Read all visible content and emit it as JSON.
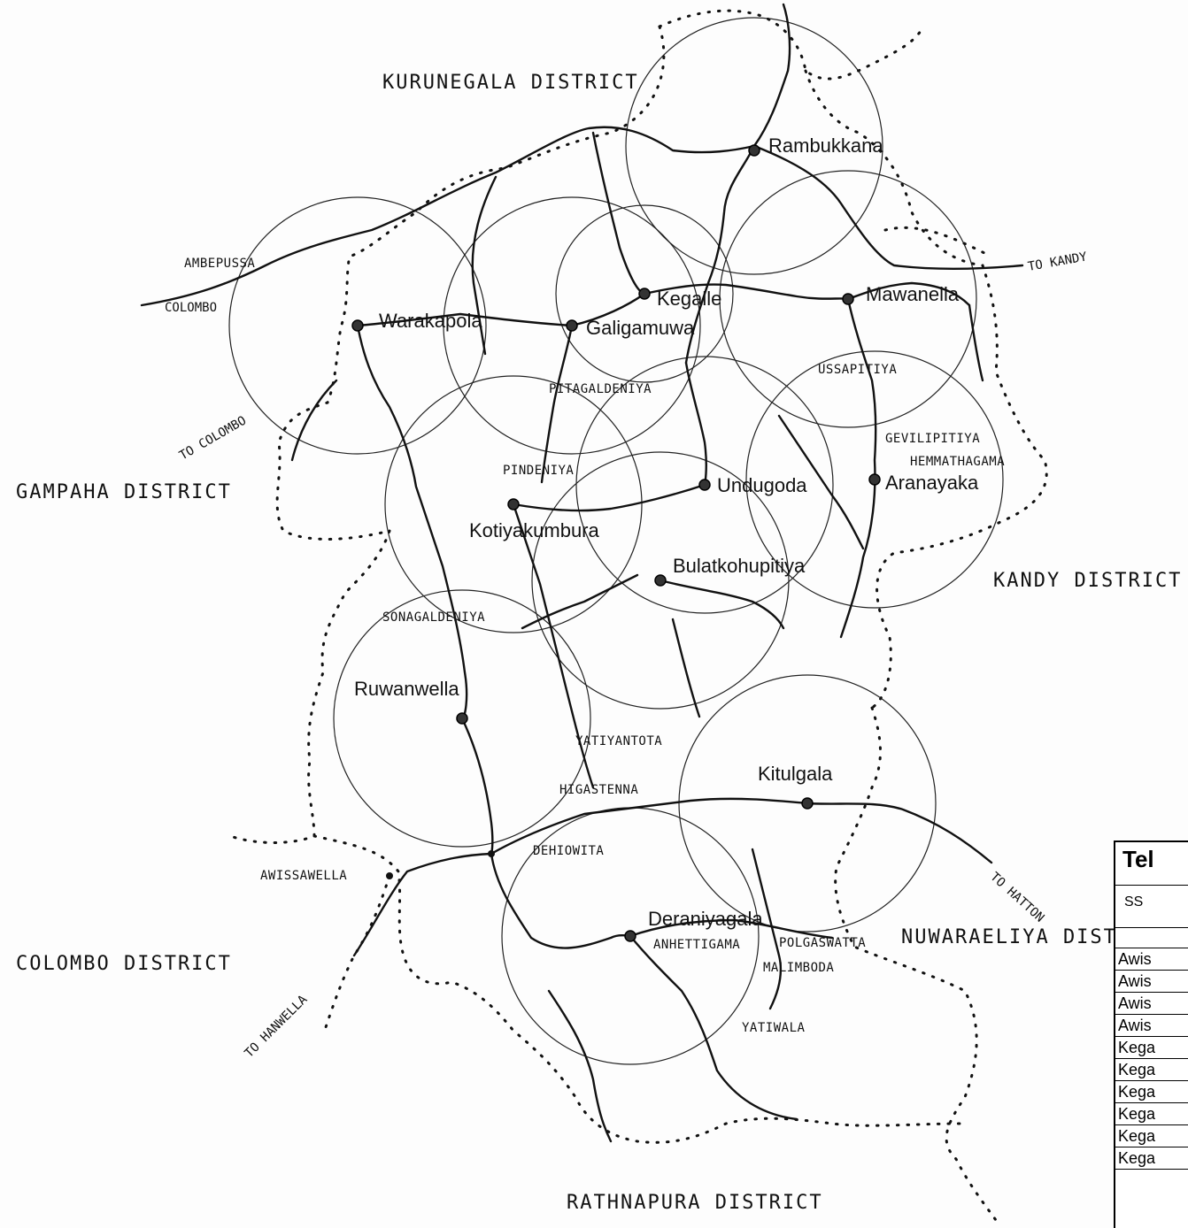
{
  "towns": [
    {
      "name": "Rambukkana"
    },
    {
      "name": "Kegalle"
    },
    {
      "name": "Mawanella"
    },
    {
      "name": "Warakapola"
    },
    {
      "name": "Galigamuwa"
    },
    {
      "name": "Undugoda"
    },
    {
      "name": "Aranayaka"
    },
    {
      "name": "Kotiyakumbura"
    },
    {
      "name": "Bulatkohupitiya"
    },
    {
      "name": "Ruwanwella"
    },
    {
      "name": "Kitulgala"
    },
    {
      "name": "Deraniyagala"
    }
  ],
  "places": [
    "AMBEPUSSA",
    "PITAGALDENIYA",
    "USSAPITIYA",
    "GEVILIPITIYA",
    "HEMMATHAGAMA",
    "PINDENIYA",
    "SONAGALDENIYA",
    "YATIYANTOTA",
    "HIGASTENNA",
    "DEHIOWITA",
    "AWISSAWELLA",
    "POLGASWATTA",
    "ANHETTIGAMA",
    "MALIMBODA",
    "YATIWALA"
  ],
  "districts": [
    "KURUNEGALA DISTRICT",
    "GAMPAHA DISTRICT",
    "KANDY DISTRICT",
    "COLOMBO DISTRICT",
    "NUWARAELIYA DISTR",
    "RATHNAPURA DISTRICT"
  ],
  "routes": [
    "COLOMBO",
    "TO COLOMBO",
    "TO KANDY",
    "TO HATTON",
    "TO HANWELLA"
  ],
  "legend": {
    "title": "Tel",
    "header": "SS",
    "rows": [
      "Awis",
      "Awis",
      "Awis",
      "Awis",
      "Kega",
      "Kega",
      "Kega",
      "Kega",
      "Kega",
      "Kega"
    ]
  }
}
